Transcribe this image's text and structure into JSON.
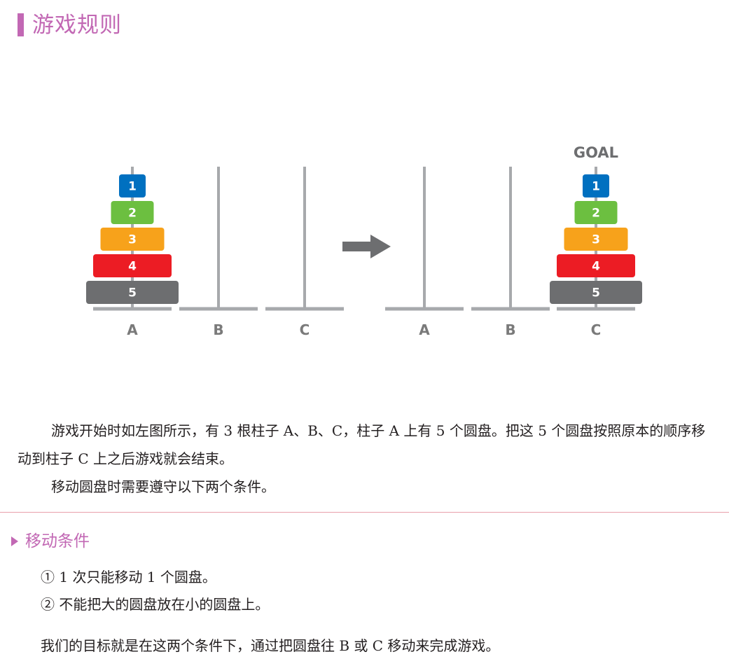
{
  "title": "游戏规则",
  "diagram": {
    "goal_label": "GOAL",
    "peg_labels_left": [
      "A",
      "B",
      "C"
    ],
    "peg_labels_right": [
      "A",
      "B",
      "C"
    ],
    "disks": [
      {
        "label": "1",
        "color": "#0070c0"
      },
      {
        "label": "2",
        "color": "#6cbf40"
      },
      {
        "label": "3",
        "color": "#f7a21b"
      },
      {
        "label": "4",
        "color": "#ec1c24"
      },
      {
        "label": "5",
        "color": "#6d6e70"
      }
    ],
    "start_peg": "A",
    "goal_peg": "C",
    "arrow_icon": "right-arrow-icon"
  },
  "paragraphs": {
    "p1": "游戏开始时如左图所示，有 3 根柱子 A、B、C，柱子 A 上有 5 个圆盘。把这 5 个圆盘按照原本的顺序移动到柱子 C 上之后游戏就会结束。",
    "p2": "移动圆盘时需要遵守以下两个条件。"
  },
  "section": {
    "title": "移动条件",
    "rules": [
      "① 1 次只能移动 1 个圆盘。",
      "② 不能把大的圆盘放在小的圆盘上。"
    ],
    "goal_text": "我们的目标就是在这两个条件下，通过把圆盘往 B 或 C 移动来完成游戏。"
  },
  "colors": {
    "accent": "#c268b4",
    "divider": "#e8a0aa",
    "peg": "#a7a9ac"
  }
}
